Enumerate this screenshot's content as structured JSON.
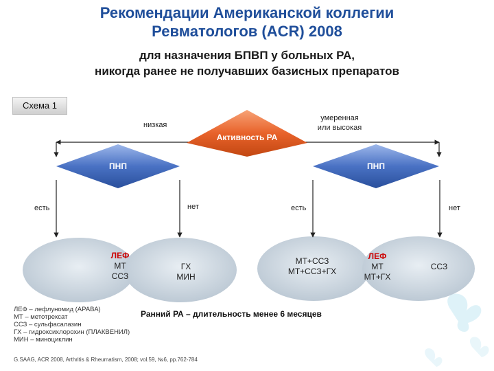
{
  "title": {
    "line1": "Рекомендации Американской коллегии",
    "line2": "Ревматологов (ACR) 2008"
  },
  "subtitle": {
    "line1": "для назначения БПВП у больных РА,",
    "line2": "никогда ранее не получавших базисных препаратов"
  },
  "scheme_label": "Схема 1",
  "activity": {
    "label": "Активность РА",
    "low": "низкая",
    "high_line1": "умеренная",
    "high_line2": "или высокая"
  },
  "pnp_left": "ПНП",
  "pnp_right": "ПНП",
  "branch_labels": {
    "left_yes": "есть",
    "left_no": "нет",
    "right_yes": "есть",
    "right_no": "нет"
  },
  "outcomes": {
    "left_yes": [
      "ЛЕФ",
      "МТ",
      "ССЗ"
    ],
    "left_no": [
      "ГХ",
      "МИН"
    ],
    "right_yes": [
      "МТ+ССЗ",
      "МТ+ССЗ+ГХ"
    ],
    "right_no_a": [
      "ЛЕФ",
      "МТ",
      "МТ+ГХ"
    ],
    "right_no_b": [
      "ССЗ"
    ]
  },
  "legend": [
    "ЛЕФ – лефлуномид (АРАВА)",
    "МТ – метотрексат",
    "ССЗ – сульфасалазин",
    "ГХ – гидроксихлорохин (ПЛАКВЕНИЛ)",
    "МИН – миноциклин"
  ],
  "note": "Ранний РА – длительность менее 6 месяцев",
  "citation": "G.SAAG, ACR 2008, Arthritis & Rheumatism, 2008; vol.59, №6, pp.762-784",
  "colors": {
    "title": "#1f4e9a",
    "activity_fill": "#e8622a",
    "pnp_fill": "#4a72c4",
    "ellipse_fill": "#c8d2dc",
    "emphasis": "#cc0000"
  }
}
